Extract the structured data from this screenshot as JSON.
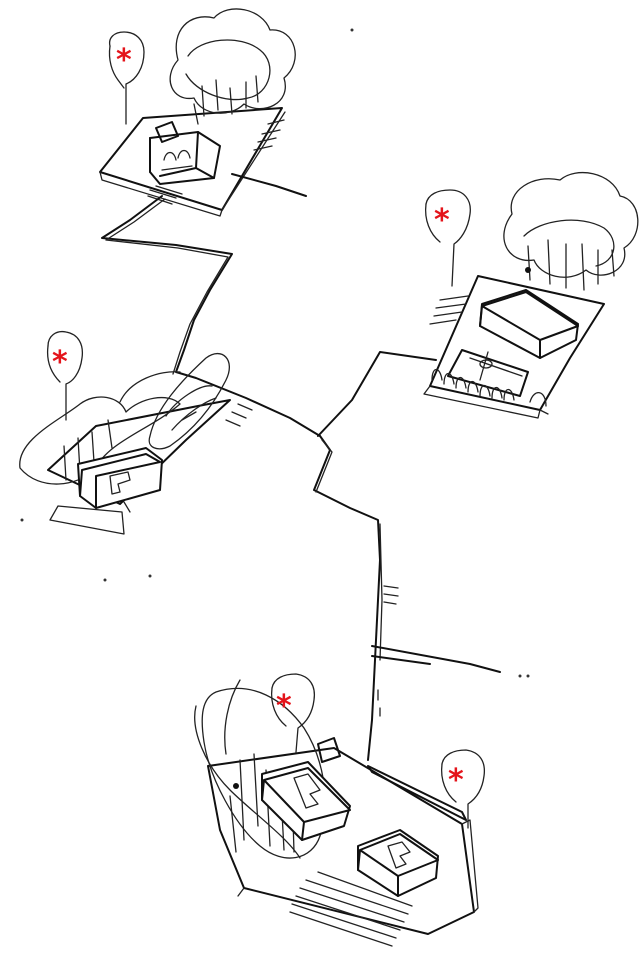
{
  "marker_symbol": "*",
  "marker_color": "#e4141b",
  "ink_color": "#111111",
  "background": "#ffffff",
  "sites": [
    {
      "name": "site-top"
    },
    {
      "name": "site-left"
    },
    {
      "name": "site-right"
    },
    {
      "name": "site-bottom"
    }
  ],
  "markers": [
    {
      "site": "site-top"
    },
    {
      "site": "site-left"
    },
    {
      "site": "site-right"
    },
    {
      "site": "site-bottom"
    },
    {
      "site": "site-bottom"
    }
  ]
}
